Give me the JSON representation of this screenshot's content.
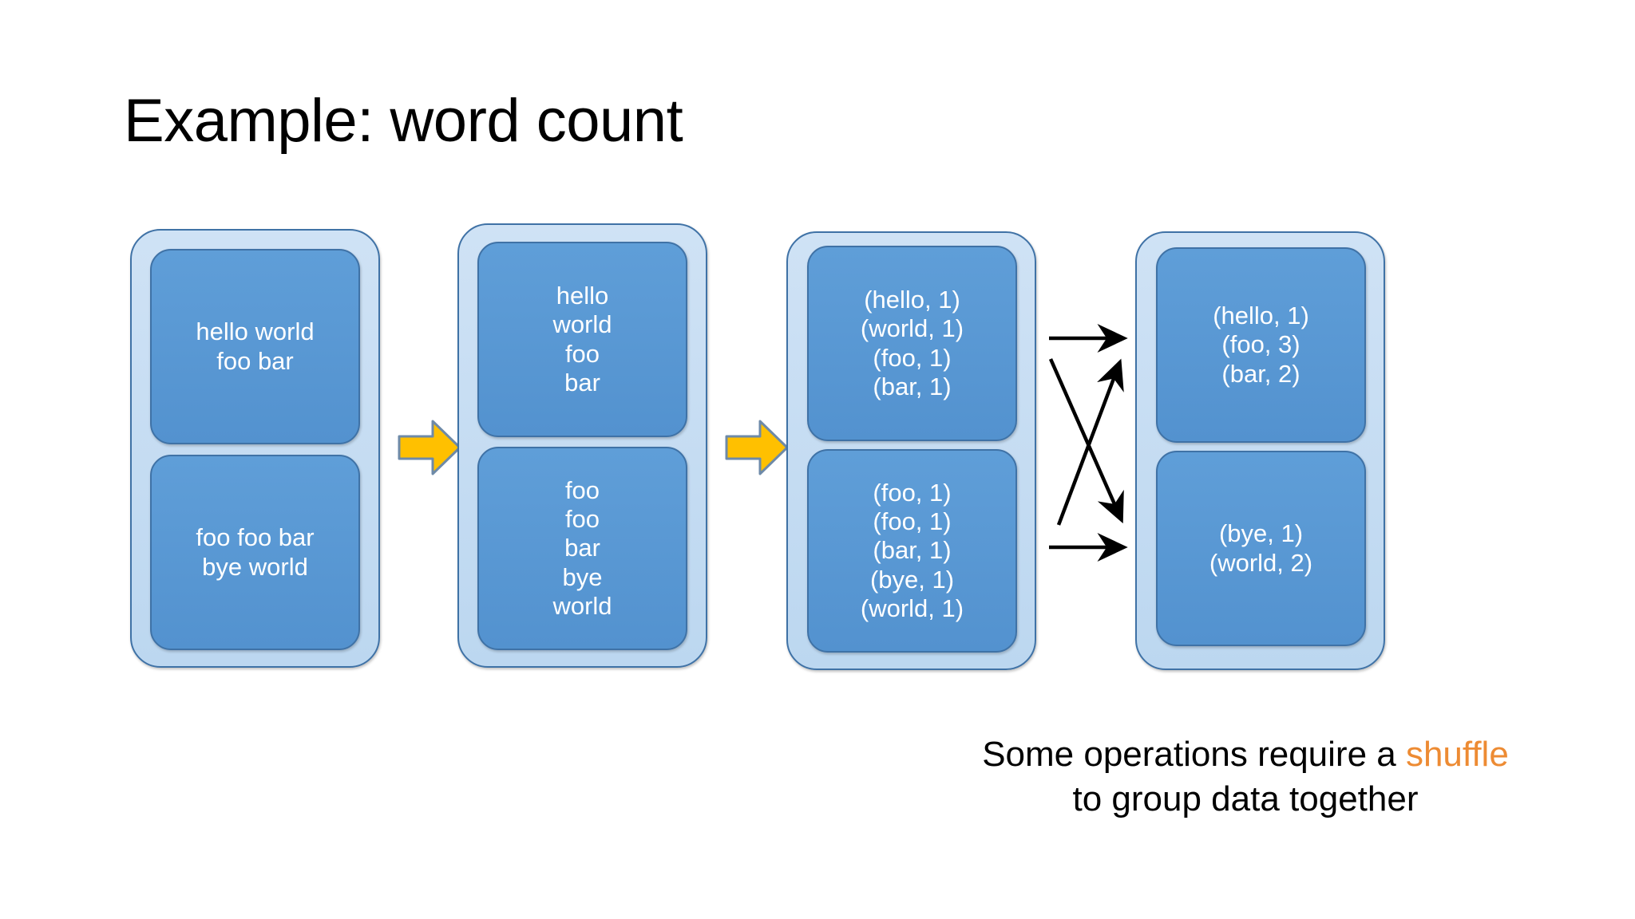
{
  "slide": {
    "title": "Example: word count",
    "background": "#ffffff"
  },
  "colors": {
    "card_fill": "#5B9BD5",
    "container_fill": "#C5DCF2",
    "border": "#3F72A6",
    "arrow_yellow": "#FFC000",
    "highlight_orange": "#ED8B33",
    "text_on_card": "#FFFFFF",
    "text_body": "#000000"
  },
  "stages": [
    {
      "name": "input",
      "cards": [
        {
          "text": "hello world\nfoo bar"
        },
        {
          "text": "foo foo bar\nbye world"
        }
      ]
    },
    {
      "name": "flatmap",
      "cards": [
        {
          "text": "hello\nworld\nfoo\nbar"
        },
        {
          "text": "foo\nfoo\nbar\nbye\nworld"
        }
      ]
    },
    {
      "name": "map-to-pairs",
      "cards": [
        {
          "text": "(hello, 1)\n(world, 1)\n(foo, 1)\n(bar, 1)"
        },
        {
          "text": "(foo, 1)\n(foo, 1)\n(bar, 1)\n(bye, 1)\n(world, 1)"
        }
      ]
    },
    {
      "name": "reduce-by-key",
      "cards": [
        {
          "text": "(hello, 1)\n(foo, 3)\n(bar, 2)"
        },
        {
          "text": "(bye, 1)\n(world, 2)"
        }
      ]
    }
  ],
  "connectors": {
    "block_arrows": [
      {
        "name": "arrow-stage1-to-stage2"
      },
      {
        "name": "arrow-stage2-to-stage3"
      }
    ],
    "shuffle": {
      "name": "shuffle-arrows",
      "lines": [
        "top-straight",
        "cross-up",
        "cross-down",
        "bottom-straight"
      ]
    }
  },
  "caption": {
    "line1_before": "Some operations require a ",
    "line1_highlight": "shuffle",
    "line2": "to group data together"
  }
}
